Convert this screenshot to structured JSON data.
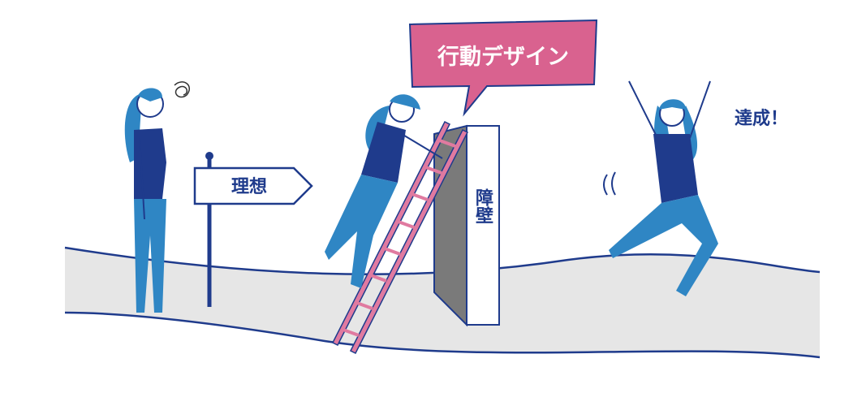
{
  "speech_bubble": {
    "text": "行動デザイン",
    "color": "#d9628f"
  },
  "signpost": {
    "text": "理想"
  },
  "wall": {
    "text": "障壁"
  },
  "achievement": {
    "text": "達成！"
  },
  "colors": {
    "navy": "#1f3b8c",
    "blue": "#2f86c4",
    "road": "#e6e6e6",
    "ladder": "#e07aa0"
  }
}
